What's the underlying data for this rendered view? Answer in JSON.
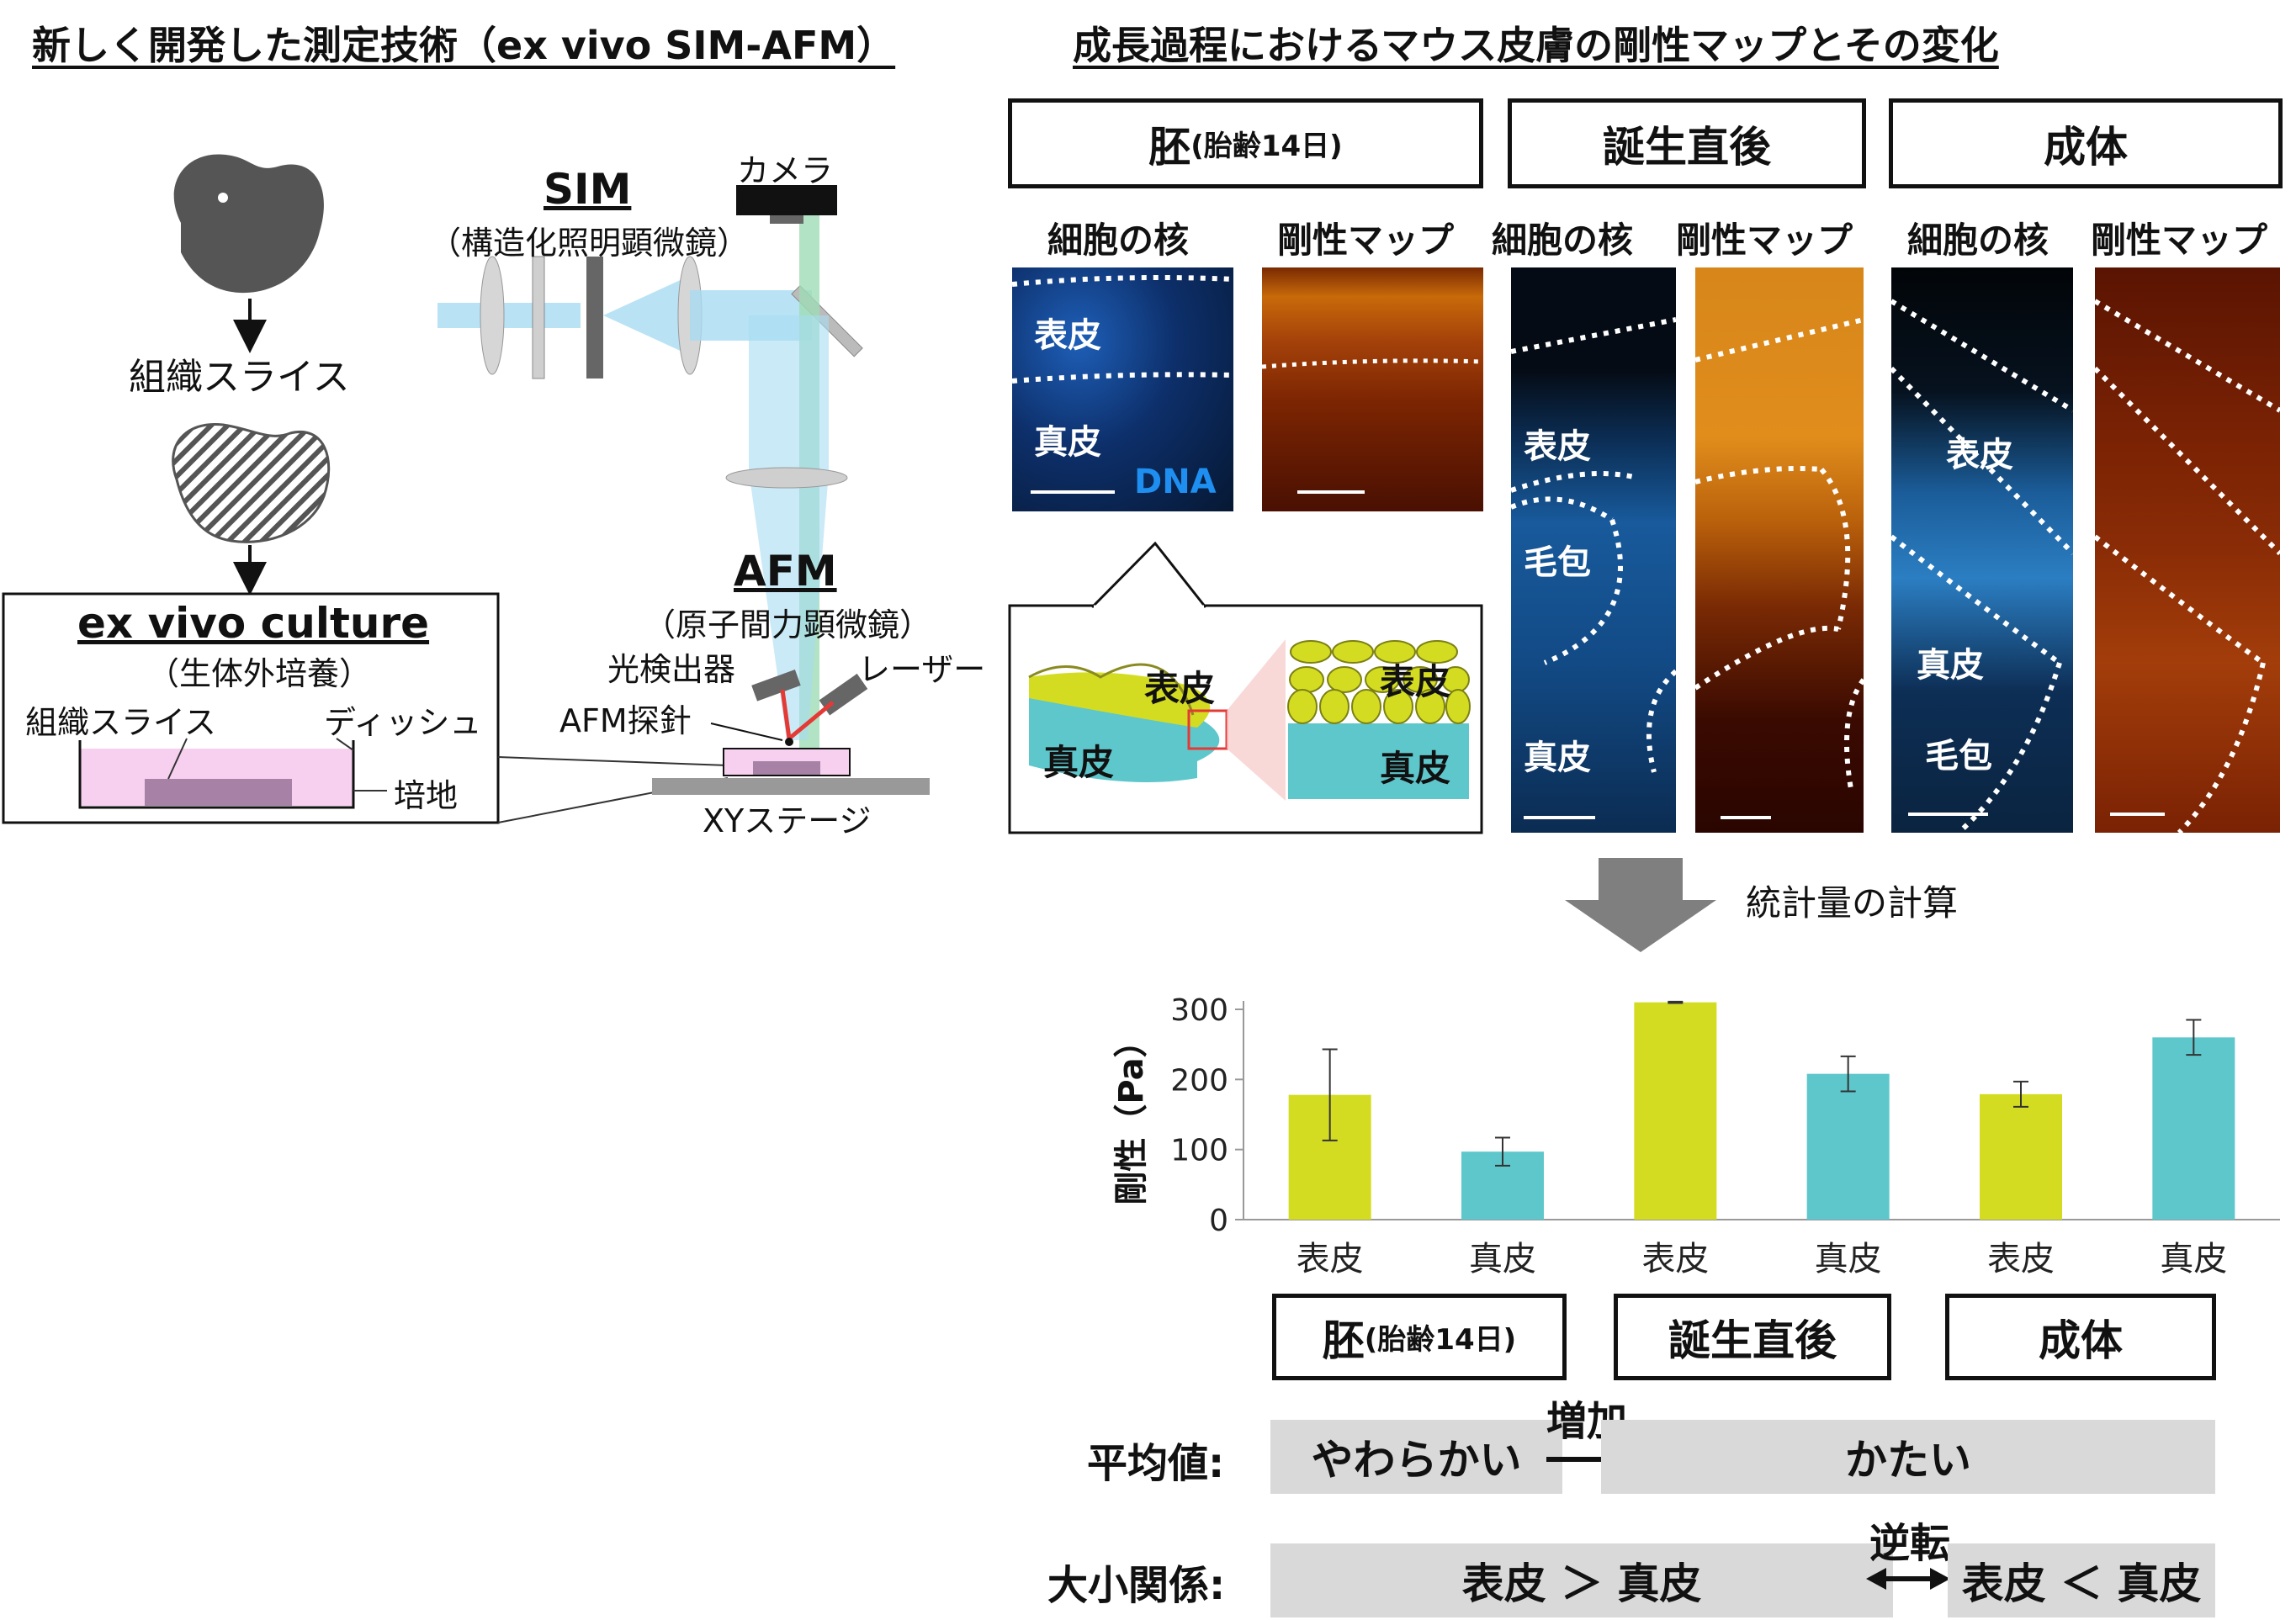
{
  "left": {
    "title": "新しく開発した測定技術（ex vivo SIM-AFM）",
    "tissue_slice": "組織スライス",
    "culture_title": "ex vivo culture",
    "culture_sub": "（生体外培養）",
    "culture_slice": "組織スライス",
    "dish": "ディッシュ",
    "medium": "培地",
    "camera": "カメラ",
    "sim_title": "SIM",
    "sim_sub": "（構造化照明顕微鏡）",
    "afm_title": "AFM",
    "afm_sub": "（原子間力顕微鏡）",
    "detector": "光検出器",
    "laser": "レーザー",
    "probe": "AFM探針",
    "stage": "XYステージ"
  },
  "right": {
    "title": "成長過程におけるマウス皮膚の剛性マップとその変化",
    "stages": [
      {
        "name": "胚",
        "sub": "(胎齢14日)"
      },
      {
        "name": "誕生直後",
        "sub": ""
      },
      {
        "name": "成体",
        "sub": ""
      }
    ],
    "nuclei": "細胞の核",
    "stiffness_map": "剛性マップ",
    "epidermis": "表皮",
    "dermis": "真皮",
    "follicle": "毛包",
    "dna": "DNA",
    "stats": "統計量の計算"
  },
  "chart_data": {
    "type": "bar",
    "categories": [
      "表皮",
      "真皮",
      "表皮",
      "真皮",
      "表皮",
      "真皮"
    ],
    "values": [
      178,
      97,
      310,
      208,
      179,
      260
    ],
    "errors": [
      65,
      20,
      1,
      25,
      18,
      25
    ],
    "ylabel": "剛性（Pa）",
    "ylim": [
      0,
      300
    ],
    "yticks": [
      0,
      100,
      200,
      300
    ],
    "groups": [
      {
        "name": "胚",
        "sub": "(胎齢14日)"
      },
      {
        "name": "誕生直後",
        "sub": ""
      },
      {
        "name": "成体",
        "sub": ""
      }
    ],
    "colors": {
      "epidermis": "#d4dc22",
      "dermis": "#5ec7cc"
    }
  },
  "summary": {
    "mean_label": "平均値:",
    "soft": "やわらかい",
    "increase": "増加",
    "hard": "かたい",
    "relation_label": "大小関係:",
    "rel1": "表皮 ＞ 真皮",
    "reverse": "逆転",
    "rel2": "表皮 ＜ 真皮"
  }
}
